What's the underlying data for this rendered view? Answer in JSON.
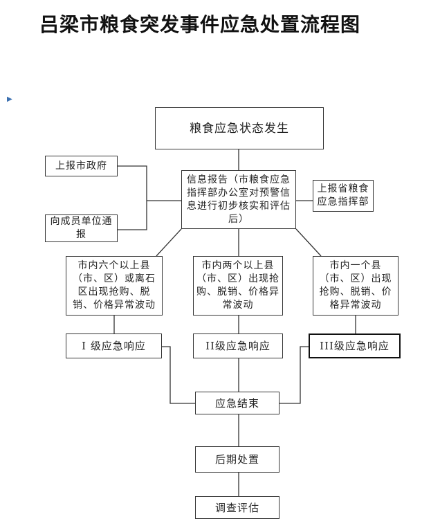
{
  "title": "吕梁市粮食突发事件应急处置流程图",
  "flow": {
    "start": "粮食应急状态发生",
    "report_city": "上报市政府",
    "notify_members": "向成员单位通报",
    "info_report": "信息报告（市粮食应急指挥部办公室对预警信息进行初步核实和评估后）",
    "report_province": "上报省粮食应急指挥部",
    "case_six": "市内六个以上县（市、区）或离石区出现抢购、脱销、价格异常波动",
    "case_two": "市内两个以上县（市、区）出现抢购、脱销、价格异常波动",
    "case_one": "市内一个县（市、区）出现抢购、脱销、价格异常波动",
    "level1": "I 级应急响应",
    "level2": "II级应急响应",
    "level3": "III级应急响应",
    "end": "应急结束",
    "aftermath": "后期处置",
    "evaluation": "调查评估"
  }
}
